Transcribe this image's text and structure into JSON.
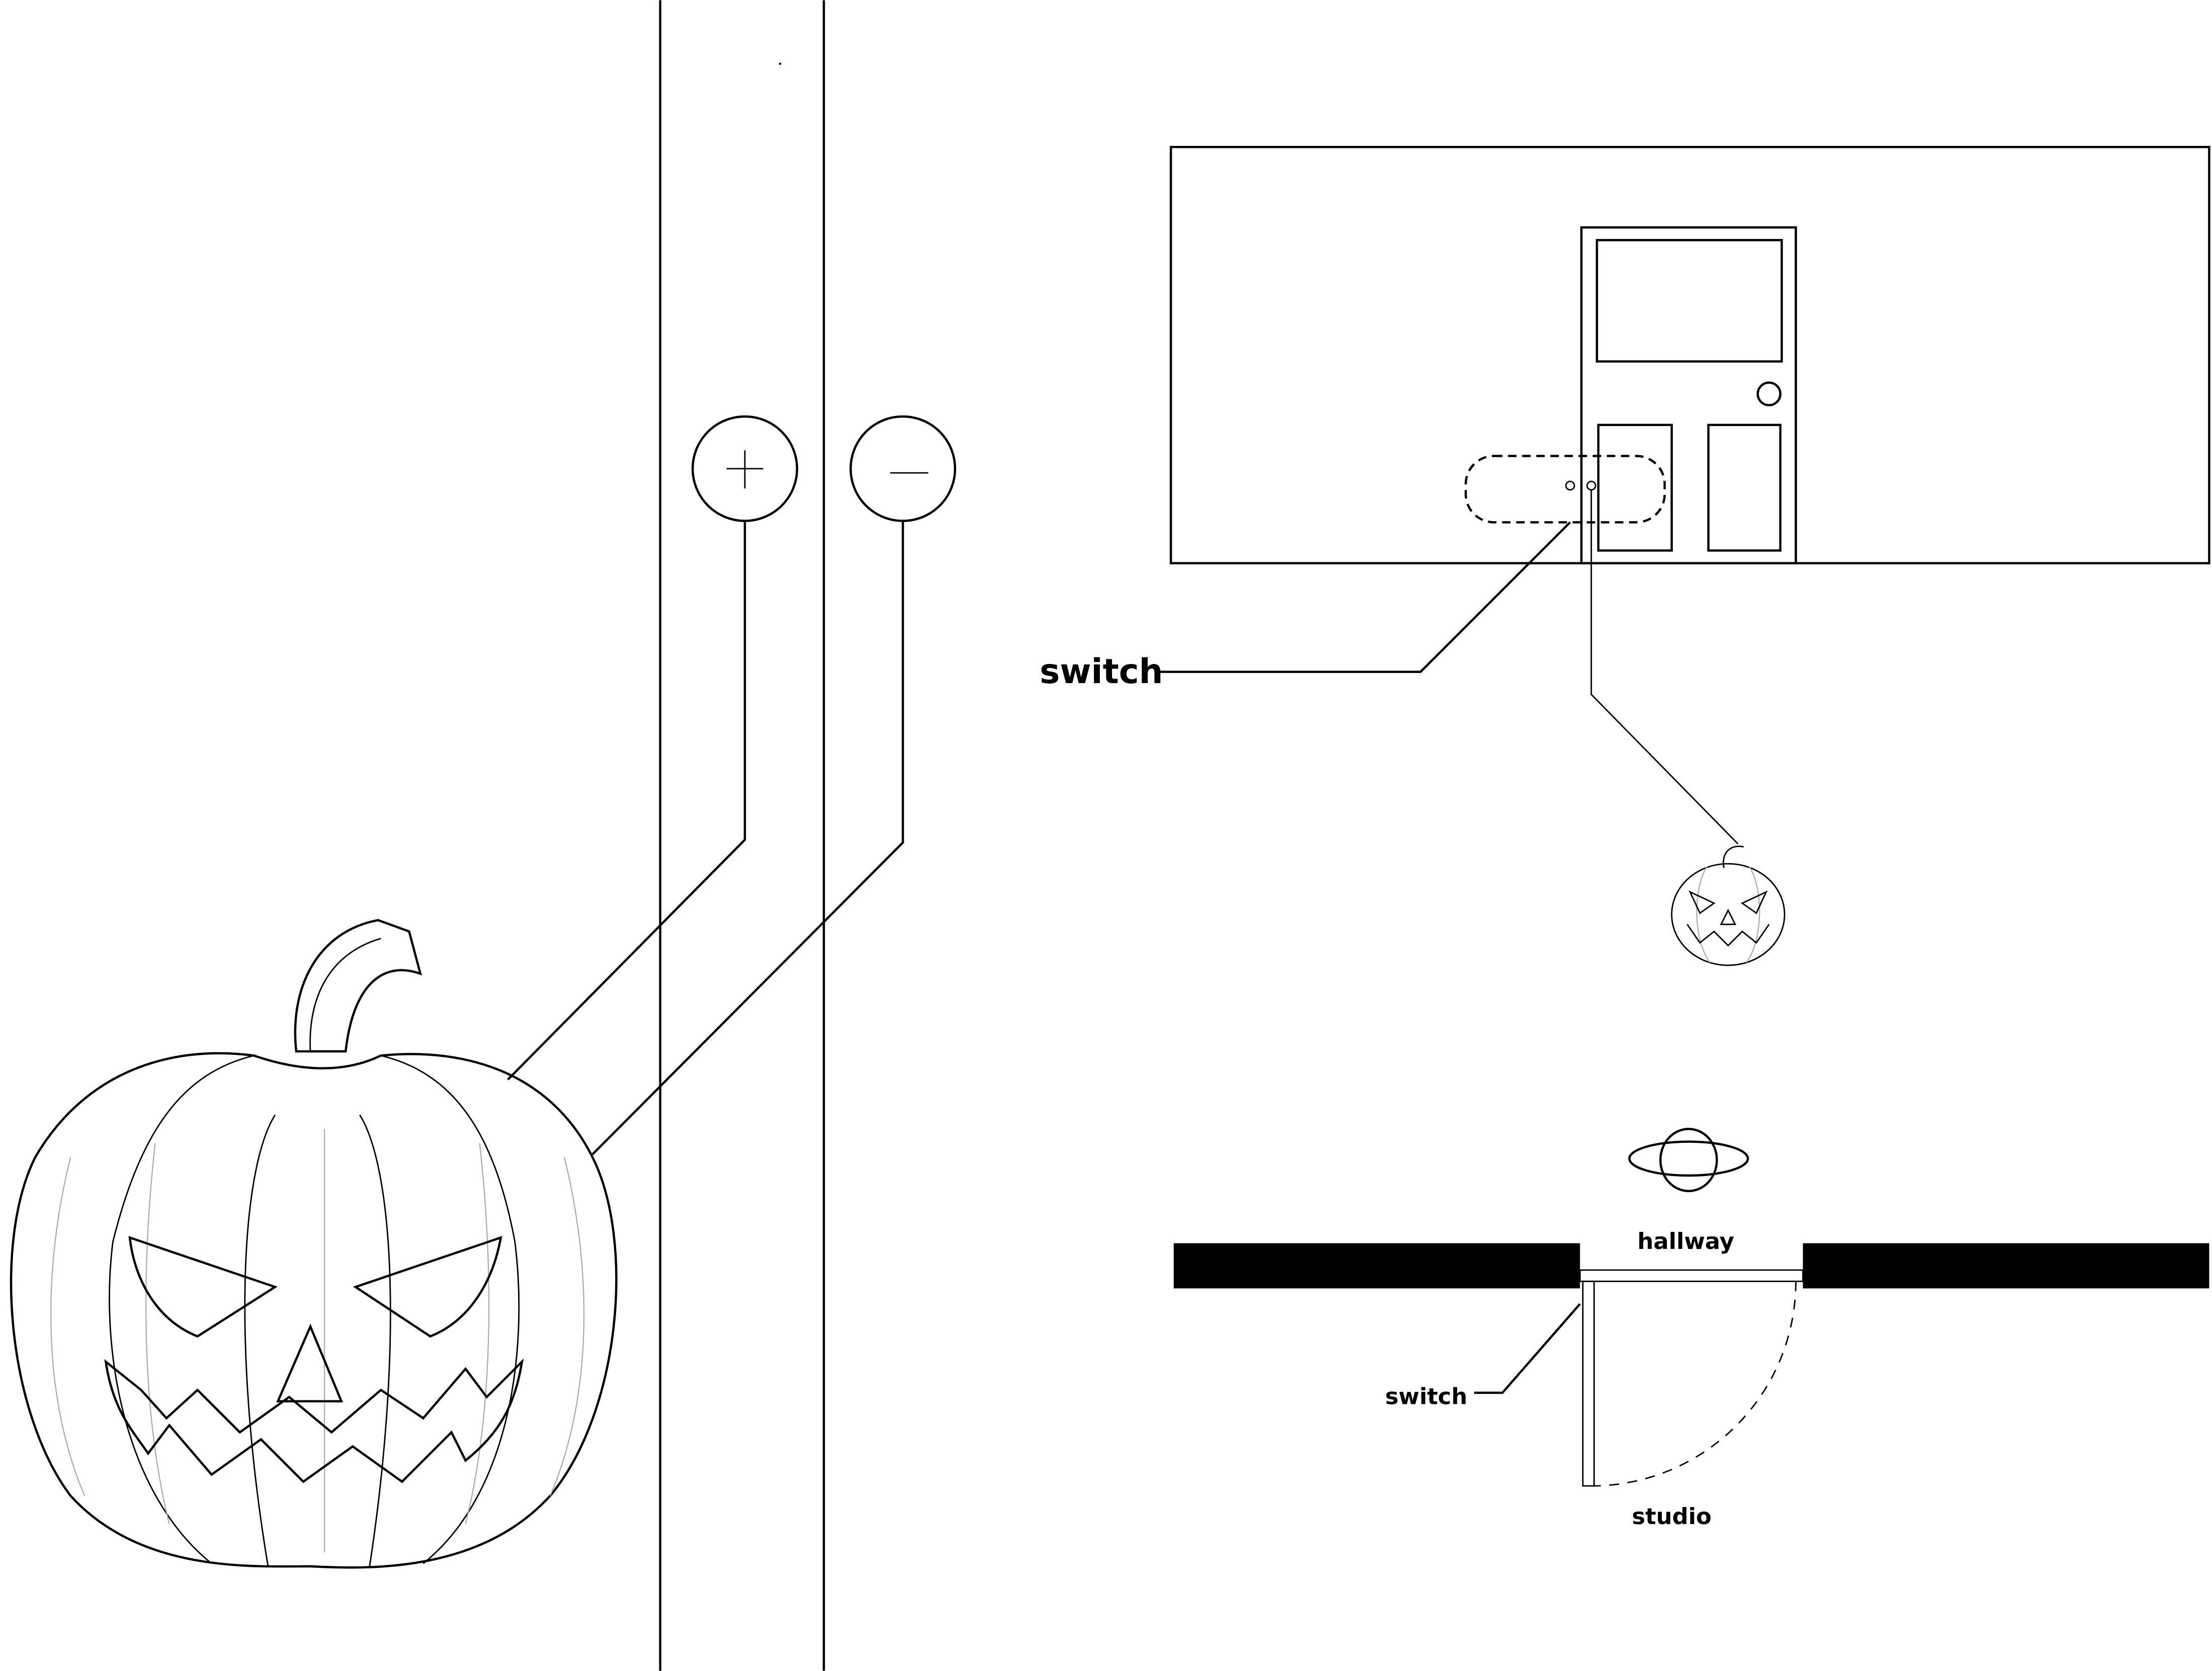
{
  "diagram": {
    "title_labels": {
      "elevation_switch": "switch",
      "plan_switch": "switch",
      "hallway": "hallway",
      "studio": "studio"
    },
    "terminals": {
      "positive": "+",
      "negative": "−"
    },
    "colors": {
      "stroke": "#000000",
      "wall_fill": "#000000",
      "pumpkin_texture": "#aaaaaa",
      "background": "#ffffff"
    }
  }
}
